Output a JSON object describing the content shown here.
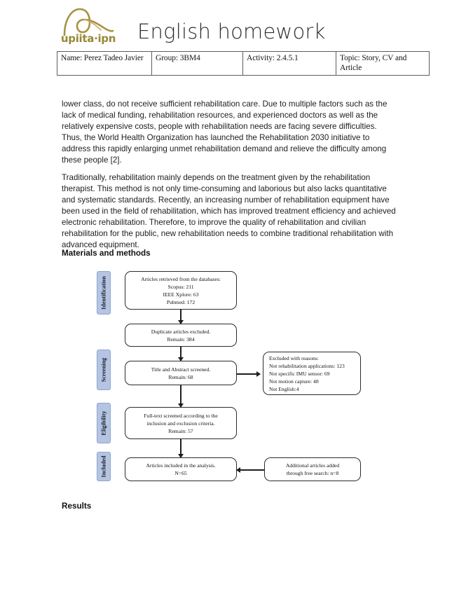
{
  "header": {
    "logo_text": "upiita·ipn",
    "logo_icon": "upiita-swirl-logo",
    "title": "English homework"
  },
  "info_table": {
    "cells": [
      "Name: Perez Tadeo Javier",
      "Group: 3BM4",
      "Activity: 2.4.5.1",
      "Topic: Story, CV and Article"
    ]
  },
  "body": {
    "paragraph_1": "lower class, do not receive sufficient rehabilitation care. Due to multiple factors such as the lack of medical funding, rehabilitation resources, and experienced doctors as well as the relatively expensive costs, people with rehabilitation needs are facing severe difficulties. Thus, the World Health Organization has launched the Rehabilitation 2030 initiative to address this rapidly enlarging unmet rehabilitation demand and relieve the difficulty among these people [2].",
    "paragraph_2": "Traditionally, rehabilitation mainly depends on the treatment given by the rehabilitation therapist. This method is not only time-consuming and laborious but also lacks quantitative and systematic standards. Recently, an increasing number of rehabilitation equipment have been used in the field of rehabilitation, which has improved treatment efficiency and achieved electronic rehabilitation. Therefore, to improve the quality of rehabilitation and civilian rehabilitation for the public, new rehabilitation needs to combine traditional rehabilitation with advanced equipment.",
    "heading_materials": "Materials and methods",
    "heading_results": "Results"
  },
  "flowchart": {
    "type": "prisma-flow-diagram",
    "stages": [
      {
        "label": "Identification"
      },
      {
        "label": "Screening"
      },
      {
        "label": "Eligibility"
      },
      {
        "label": "Included"
      }
    ],
    "boxes": {
      "identification": {
        "line_1": "Articles retrieved from the databases:",
        "line_2": "Scopus: 211",
        "line_3": "IEEE Xplore: 63",
        "line_4": "Pubmed: 172"
      },
      "duplicates": {
        "line_1": "Duplicate articles excluded.",
        "line_2": "Remain: 384"
      },
      "title_abstract": {
        "line_1": "Title and Abstract screened.",
        "line_2": "Remain: 68"
      },
      "excluded": {
        "line_1": "Excluded with reasons:",
        "line_2": "Not rehabilitation applications: 123",
        "line_3": "Not specific IMU sensor: 69",
        "line_4": "Not motion capture: 48",
        "line_5": "Not English:4"
      },
      "full_text": {
        "line_1": "Full-text screened according to the",
        "line_2": "inclusion and exclusion criteria.",
        "line_3": "Remain: 57"
      },
      "included": {
        "line_1": "Articles included in the analysis.",
        "line_2": "N=65"
      },
      "additional": {
        "line_1": "Additional articles added",
        "line_2": "through free search: n=8"
      }
    }
  },
  "colors": {
    "logo_gold": "#978836",
    "stage_fill": "#b5c4e2",
    "stage_border": "#8ea4ce",
    "box_border": "#2b2b2b",
    "text": "#1e1e1e"
  }
}
